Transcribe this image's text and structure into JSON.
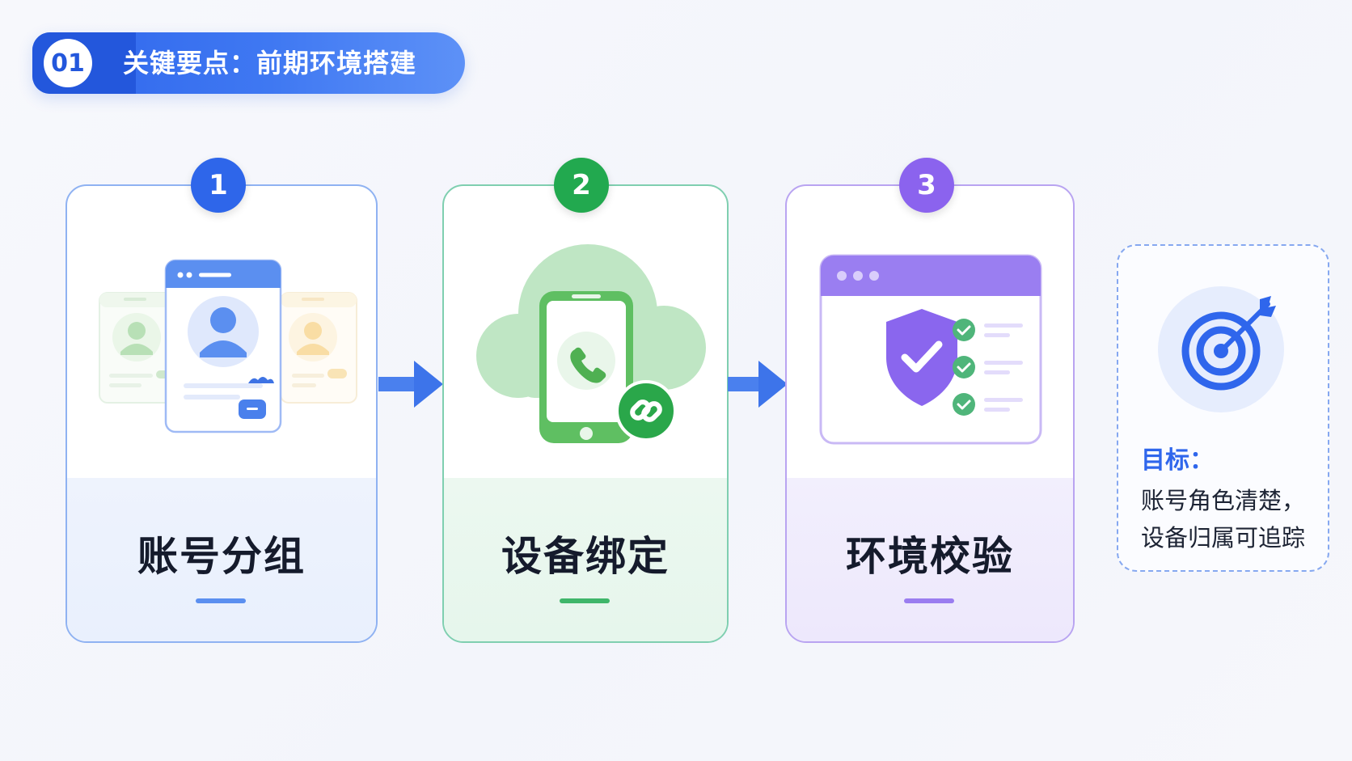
{
  "header": {
    "number": "01",
    "title": "关键要点：前期环境搭建"
  },
  "steps": [
    {
      "number": "1",
      "label": "账号分组",
      "color": "#2e66ea"
    },
    {
      "number": "2",
      "label": "设备绑定",
      "color": "#22a94f"
    },
    {
      "number": "3",
      "label": "环境校验",
      "color": "#8b63ee"
    }
  ],
  "goal": {
    "heading": "目标：",
    "lines": [
      "账号角色清楚，",
      "设备归属可追踪"
    ]
  },
  "colors": {
    "accent_blue": "#2f66ec",
    "accent_green": "#22a94f",
    "accent_purple": "#8b63ee"
  },
  "icons": {
    "step1": "account-profile-cards-icon",
    "step2": "cloud-phone-link-icon",
    "step3": "shield-checklist-window-icon",
    "goal": "target-arrow-icon"
  }
}
